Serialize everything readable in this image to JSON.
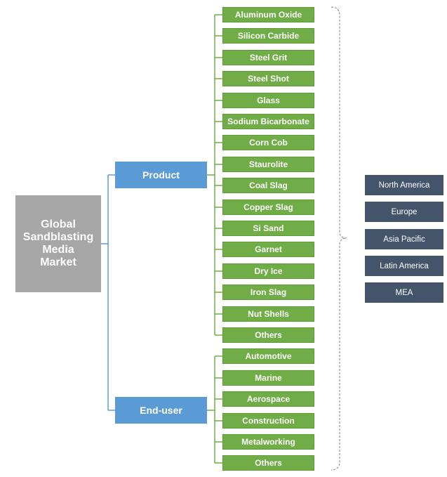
{
  "root": {
    "label_lines": [
      "Global",
      "Sandblasting",
      "Media",
      "Market"
    ]
  },
  "categories": [
    {
      "label": "Product",
      "items": [
        "Aluminum Oxide",
        "Silicon Carbide",
        "Steel Grit",
        "Steel Shot",
        "Glass",
        "Sodium Bicarbonate",
        "Corn Cob",
        "Staurolite",
        "Coal Slag",
        "Copper Slag",
        "Si Sand",
        "Garnet",
        "Dry Ice",
        "Iron Slag",
        "Nut Shells",
        "Others"
      ]
    },
    {
      "label": "End-user",
      "items": [
        "Automotive",
        "Marine",
        "Aerospace",
        "Construction",
        "Metalworking",
        "Others"
      ]
    }
  ],
  "regions": [
    "North America",
    "Europe",
    "Asia Pacific",
    "Latin America",
    "MEA"
  ],
  "colors": {
    "root": "#a6a6a6",
    "category": "#5b9bd5",
    "leaf": "#70ad47",
    "region": "#44546a",
    "connector": "#70ad47",
    "root_connector": "#5b9bd5",
    "brace": "#808080"
  }
}
